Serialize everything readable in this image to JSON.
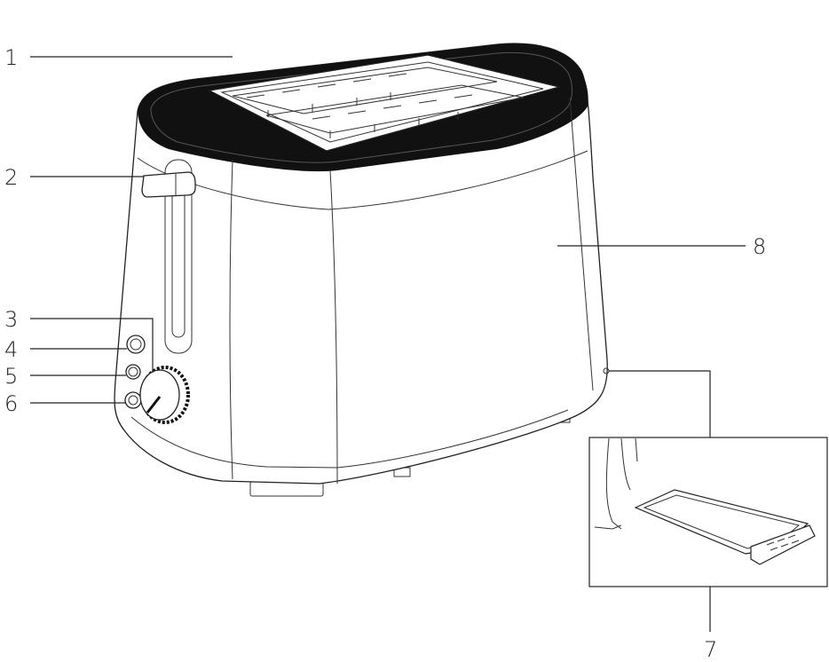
{
  "callouts": [
    {
      "id": "1",
      "text": "1"
    },
    {
      "id": "2",
      "text": "2"
    },
    {
      "id": "3",
      "text": "3"
    },
    {
      "id": "4",
      "text": "4"
    },
    {
      "id": "5",
      "text": "5"
    },
    {
      "id": "6",
      "text": "6"
    },
    {
      "id": "7",
      "text": "7"
    },
    {
      "id": "8",
      "text": "8"
    }
  ],
  "colors": {
    "line": "#222222",
    "top_rim": "#111111",
    "background": "#ffffff"
  }
}
